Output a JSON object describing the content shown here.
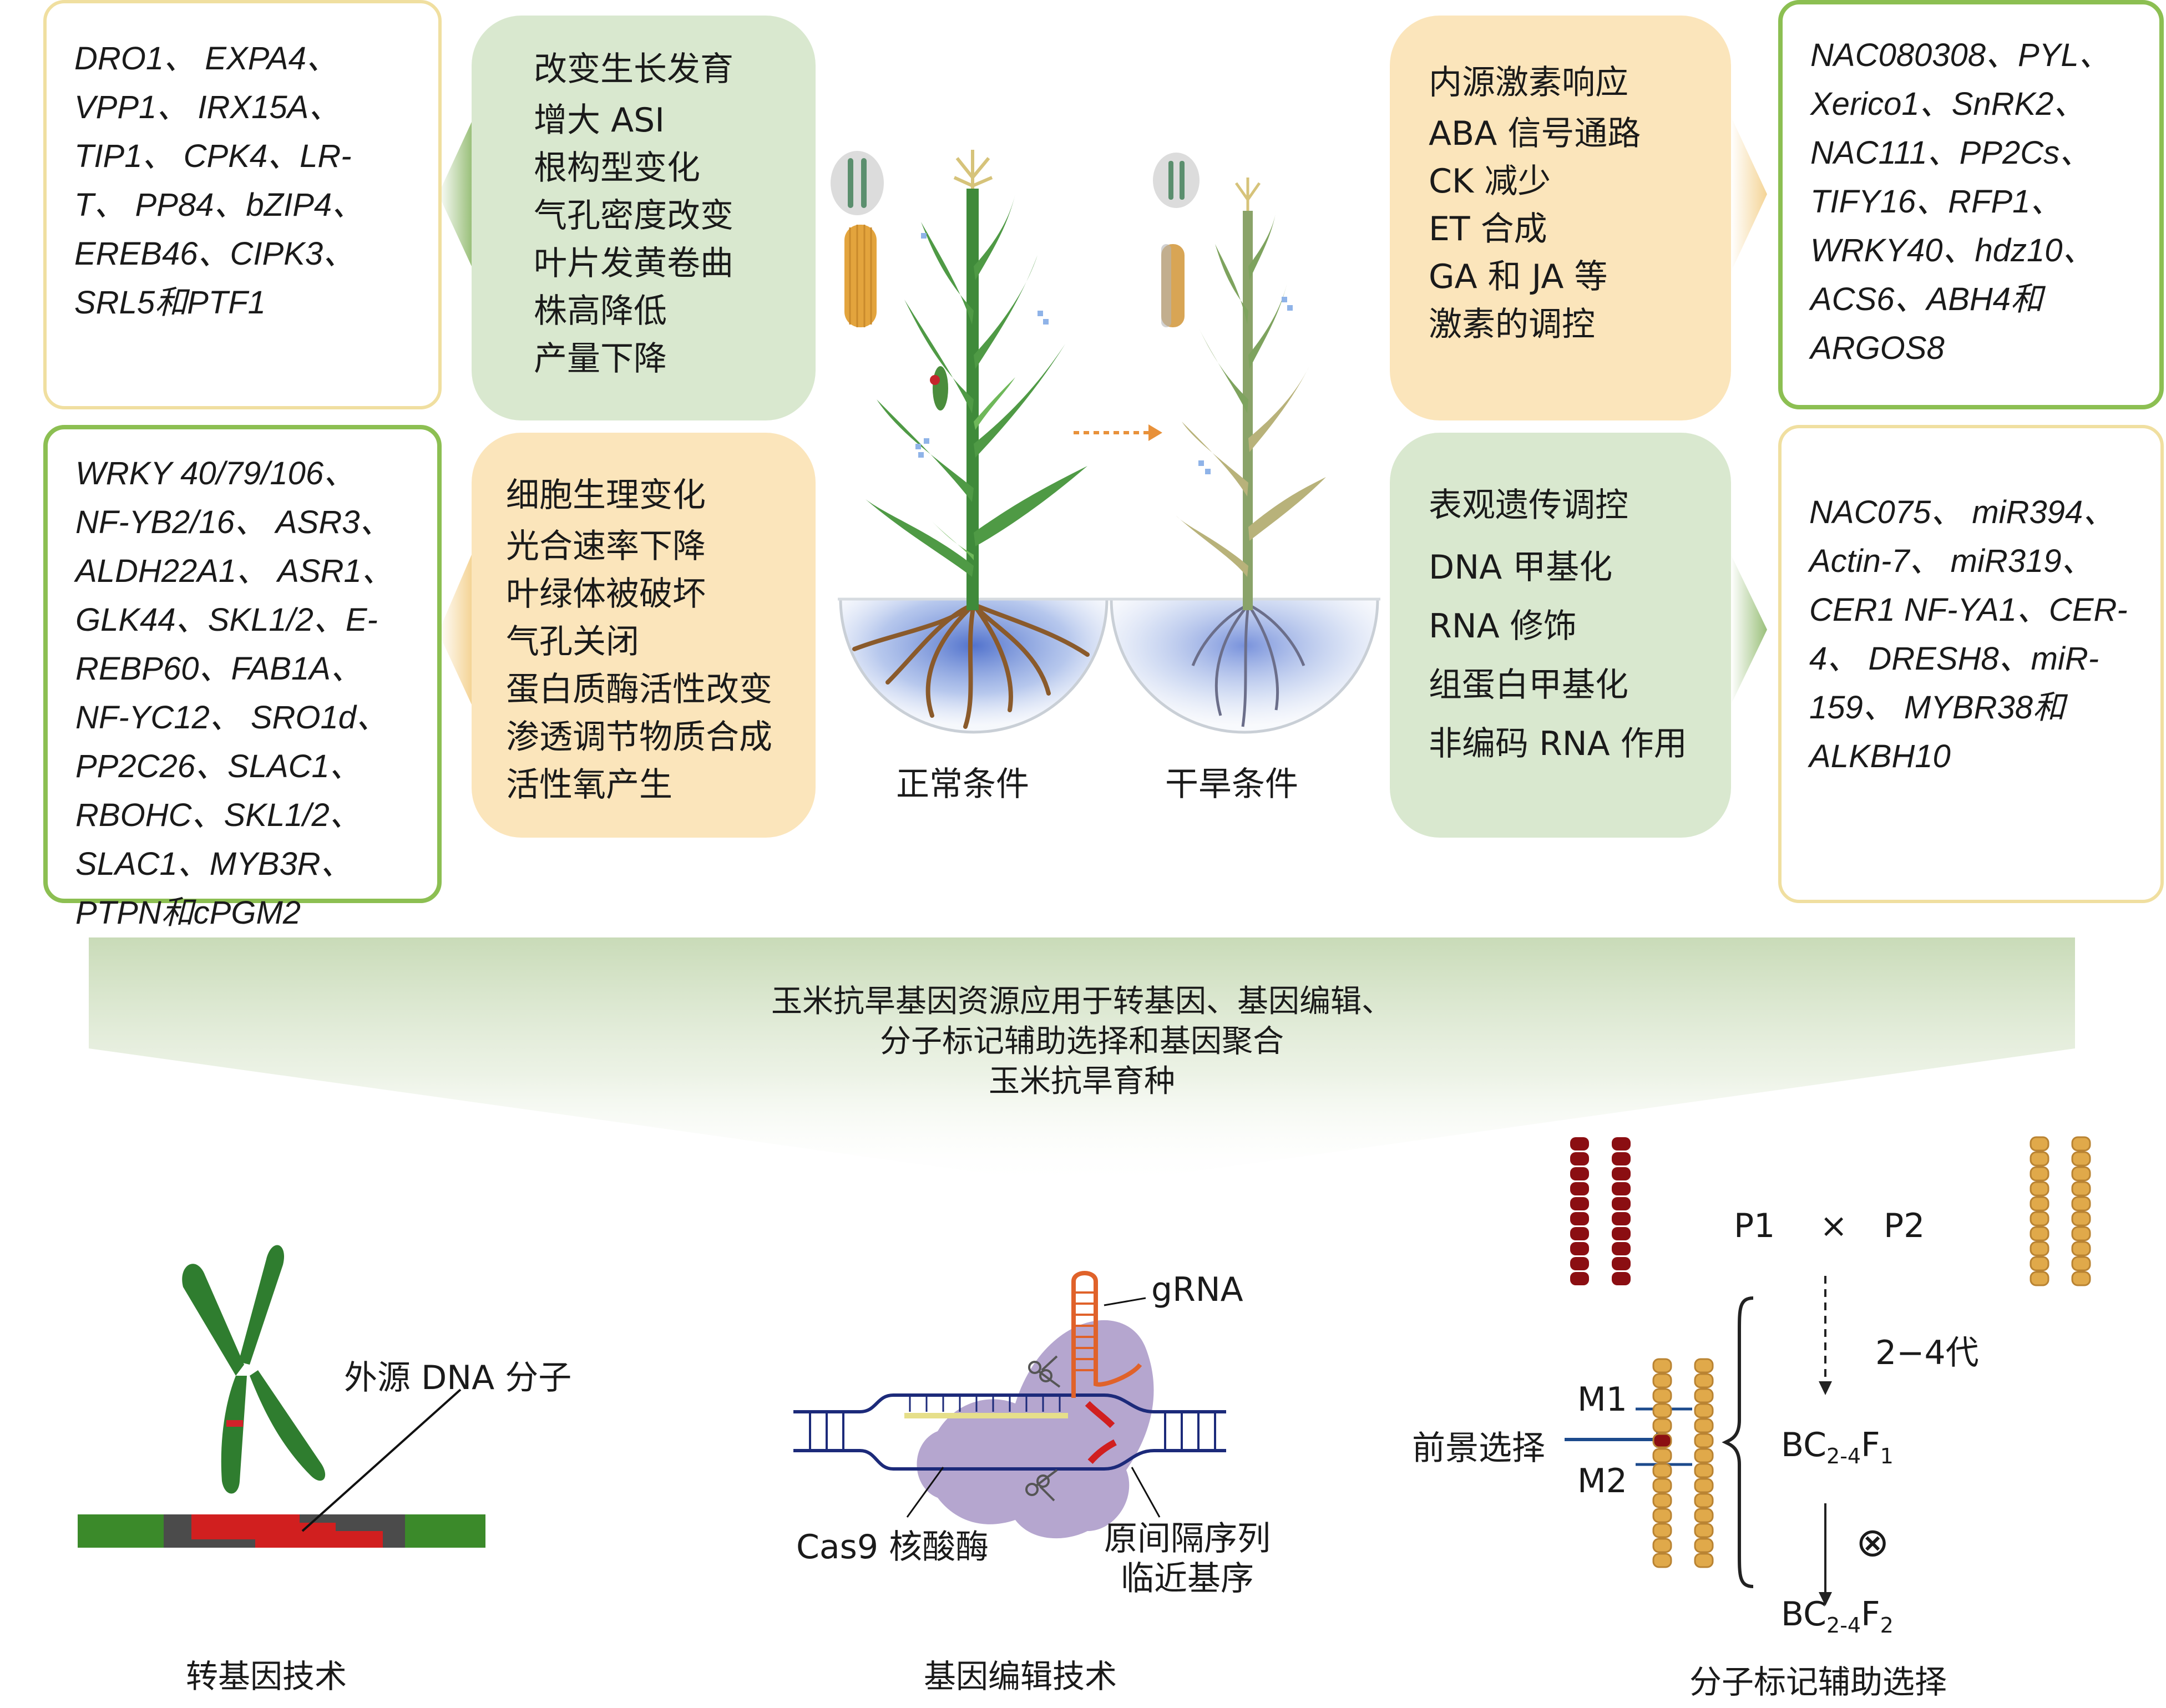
{
  "top_left": {
    "genes_yellow": [
      "DRO1、 EXPA4、",
      "VPP1、 IRX15A、",
      "TIP1、 CPK4、LR-",
      "T、 PP84、bZIP4、",
      "EREB46、CIPK3、",
      "SRL5和PTF1"
    ],
    "genes_green": [
      "WRKY 40/79/106、",
      "NF-YB2/16、 ASR3、",
      "ALDH22A1、 ASR1、",
      "GLK44、SKL1/2、E-",
      "REBP60、FAB1A、",
      "NF-YC12、 SRO1d、",
      "PP2C26、SLAC1、",
      "RBOHC、SKL1/2、",
      "SLAC1、MYB3R、",
      "PTPN和cPGM2"
    ]
  },
  "categories": {
    "growth": {
      "title": "改变生长发育",
      "lines": [
        "增大 ASI",
        "根构型变化",
        "气孔密度改变",
        "叶片发黄卷曲",
        "株高降低",
        "产量下降"
      ]
    },
    "cell": {
      "title": "细胞生理变化",
      "lines": [
        "光合速率下降",
        "叶绿体被破坏",
        "气孔关闭",
        "蛋白质酶活性改变",
        "渗透调节物质合成",
        "活性氧产生"
      ]
    },
    "hormone": {
      "title": "内源激素响应",
      "lines": [
        "ABA 信号通路",
        "CK 减少",
        "ET 合成",
        "GA 和 JA 等",
        "激素的调控"
      ]
    },
    "epigenetic": {
      "title": "表观遗传调控",
      "lines": [
        "DNA 甲基化",
        "RNA 修饰",
        "组蛋白甲基化",
        "非编码 RNA 作用"
      ]
    }
  },
  "top_right": {
    "genes_green": [
      "NAC080308、PYL、",
      "Xerico1、SnRK2、",
      "NAC111、PP2Cs、",
      "TIFY16、RFP1、",
      "WRKY40、hdz10、",
      "ACS6、ABH4和",
      "ARGOS8"
    ],
    "genes_yellow": [
      "NAC075、 miR394、",
      "Actin-7、 miR319、",
      "CER1 NF-YA1、CER-",
      "4、 DRESH8、miR-",
      "159、 MYBR38和",
      "ALKBH10"
    ]
  },
  "plants": {
    "normal_label": "正常条件",
    "drought_label": "干旱条件"
  },
  "banner": {
    "lines": [
      "玉米抗旱基因资源应用于转基因、基因编辑、",
      "分子标记辅助选择和基因聚合",
      "玉米抗旱育种"
    ]
  },
  "transgenic": {
    "callout": "外源 DNA 分子",
    "caption": "转基因技术"
  },
  "editing": {
    "grna": "gRNA",
    "cas9": "Cas9 核酸酶",
    "pam_line1": "原间隔序列",
    "pam_line2": "临近基序",
    "caption": "基因编辑技术"
  },
  "mas": {
    "p1": "P1",
    "cross": "×",
    "p2": "P2",
    "generations": "2−4代",
    "foreground": "前景选择",
    "m1": "M1",
    "m2": "M2",
    "bc1_main": "BC",
    "bc1_sub": "2-4",
    "bc1_f": "F",
    "bc1_fsub": "1",
    "bc2_main": "BC",
    "bc2_sub": "2-4",
    "bc2_f": "F",
    "bc2_fsub": "2",
    "selfing": "⊗",
    "caption": "分子标记辅助选择"
  },
  "colors": {
    "green_box": "#d9e8cf",
    "yellow_box": "#fbe5bb",
    "green_border": "#8cbf52",
    "yellow_border": "#f0dfa0",
    "dark_red": "#8b0e12",
    "gold": "#e0a94a",
    "purple": "#b5a6cf"
  }
}
